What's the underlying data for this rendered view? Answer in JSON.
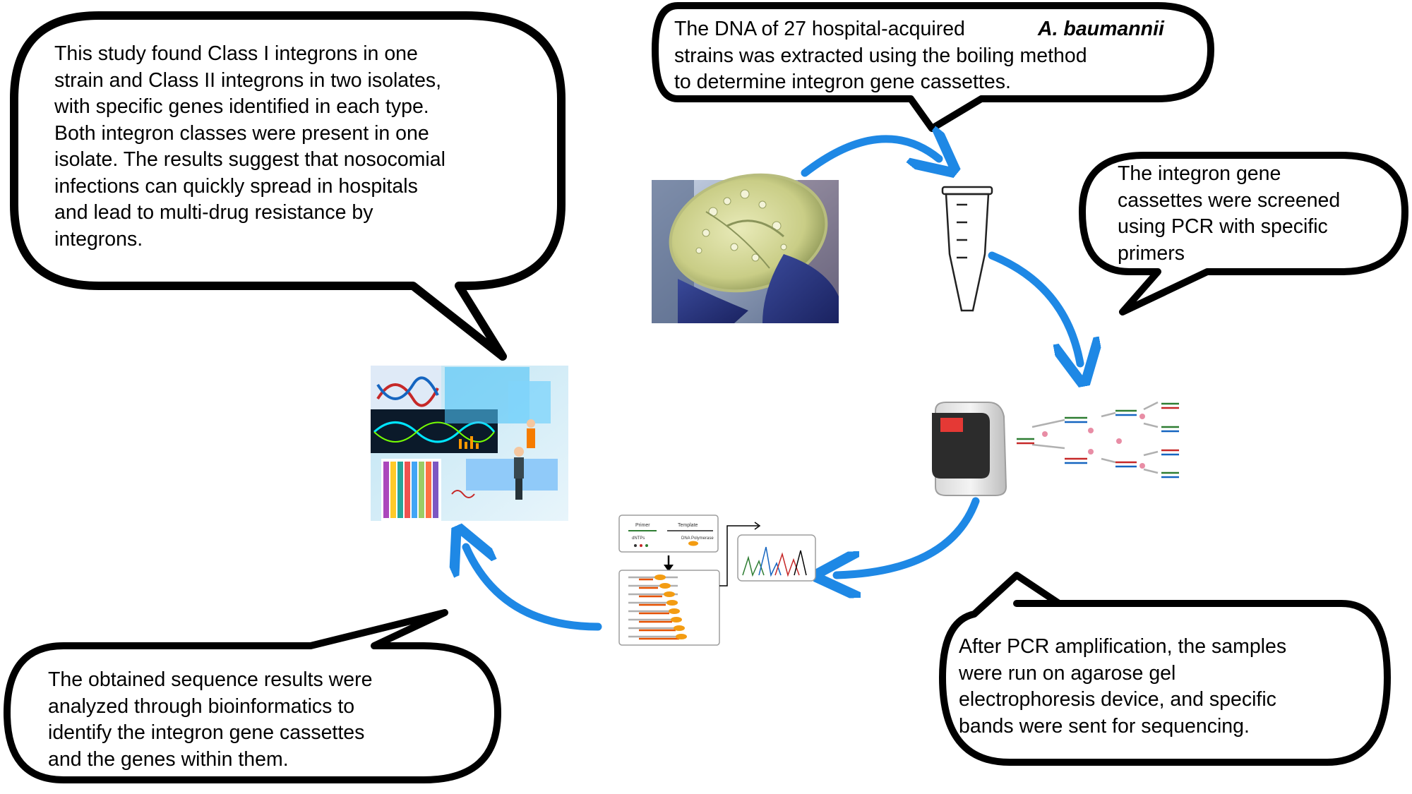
{
  "bubbles": {
    "conclusion": "This study found Class I integrons in one\nstrain and Class II integrons in two isolates,\nwith specific genes identified in each type.\nBoth integron classes were present in one\nisolate. The results suggest that nosocomial\ninfections can quickly spread in hospitals\nand lead to multi-drug resistance by\nintegrons.",
    "extraction": {
      "line1": "The DNA of 27 hospital-acquired",
      "species": "A. baumannii",
      "rest": "strains was extracted using the boiling method\nto determine integron gene cassettes."
    },
    "pcr": "The integron gene\ncassettes were screened\nusing PCR with specific\nprimers",
    "sequencing": "After PCR amplification, the samples\nwere run on agarose gel\nelectrophoresis device, and specific\nbands were sent for sequencing.",
    "bioinformatics": "The obtained sequence results were\nanalyzed through bioinformatics to\nidentify the integron gene cassettes\nand the genes within them."
  },
  "sanger_panel": {
    "primer_label": "Primer",
    "template_label": "Template",
    "dntps_label": "dNTPs",
    "polymerase_label": "DNA Polymerase"
  },
  "colors": {
    "arrow": "#1e88e5",
    "bubble_stroke": "#000000",
    "pcr_screen": "#e53935"
  }
}
